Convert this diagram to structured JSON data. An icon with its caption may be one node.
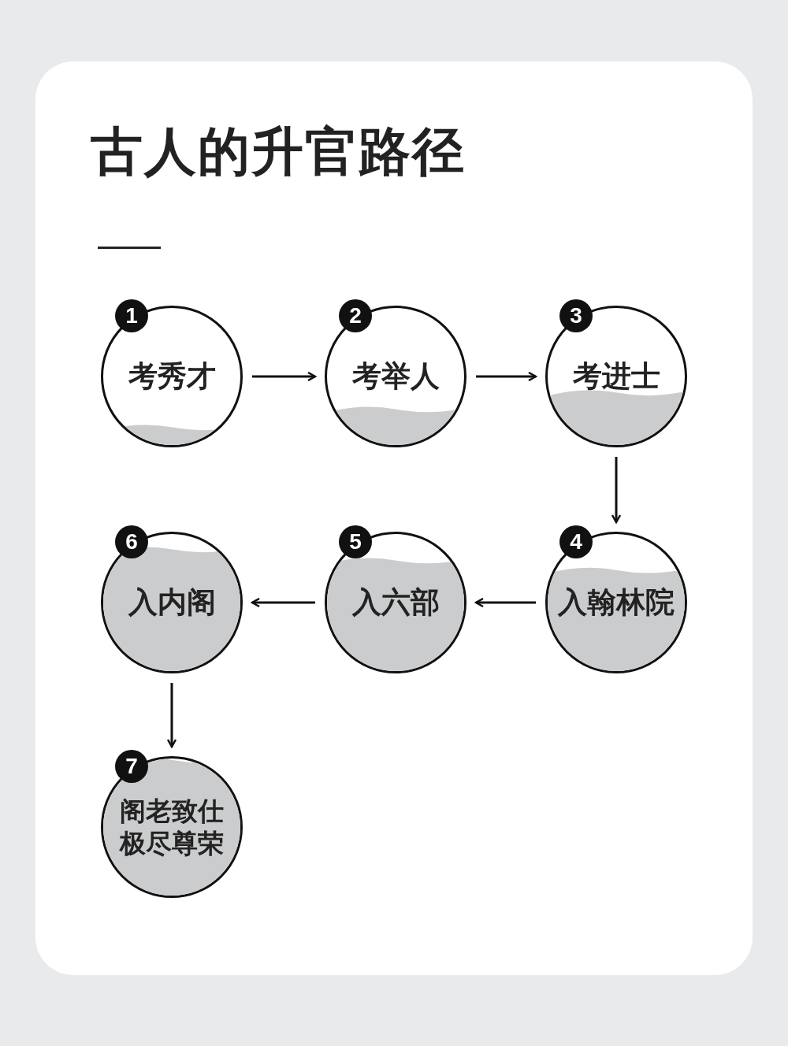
{
  "diagram": {
    "title": "古人的升官路径",
    "nodes": [
      {
        "text": [
          "1",
          "考秀才"
        ]
      },
      {
        "text": [
          "2",
          "考举人"
        ]
      },
      {
        "text": [
          "3",
          "考进士"
        ]
      },
      {
        "text": [
          "4",
          "入翰林院"
        ]
      },
      {
        "text": [
          "5",
          "入六部"
        ]
      },
      {
        "text": [
          "6",
          "入内阁"
        ]
      },
      {
        "text": [
          "7",
          "阁老致仕极尽尊荣"
        ]
      }
    ],
    "edges": [
      {
        "from": 0,
        "to": 1,
        "arrow": "to"
      },
      {
        "from": 1,
        "to": 2,
        "arrow": "to"
      },
      {
        "from": 2,
        "to": 3,
        "arrow": "to"
      },
      {
        "from": 3,
        "to": 4,
        "arrow": "to"
      },
      {
        "from": 4,
        "to": 5,
        "arrow": "to"
      },
      {
        "from": 5,
        "to": 6,
        "arrow": "to"
      }
    ]
  }
}
